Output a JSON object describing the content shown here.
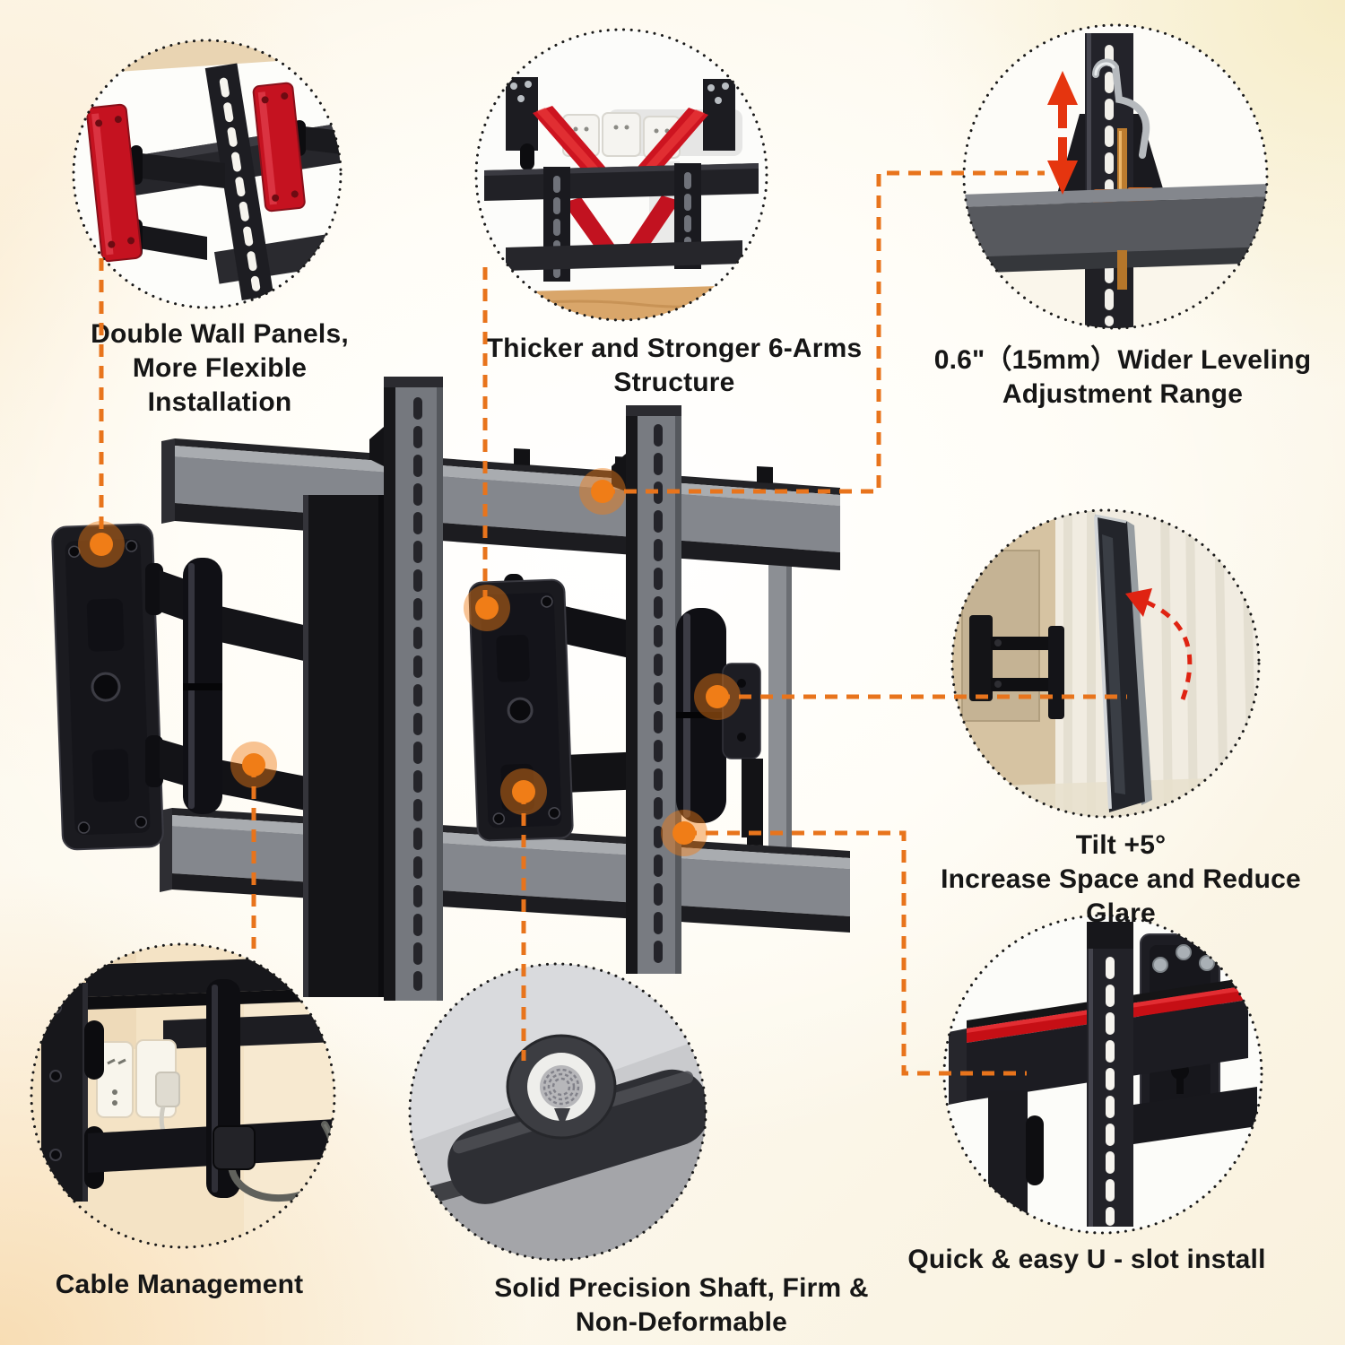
{
  "colors": {
    "accent_orange": "#e8741c",
    "glow_orange": "#f07d17",
    "brand_red": "#c8101c",
    "arrow_red": "#e23414",
    "text": "#161616",
    "metal_black": "#16161a",
    "metal_gray": "#84878d"
  },
  "features": [
    {
      "id": "double-wall-panels",
      "caption_lines": [
        "Double Wall Panels,",
        "More Flexible",
        "Installation"
      ]
    },
    {
      "id": "six-arms-structure",
      "caption_lines": [
        "Thicker and Stronger 6-Arms",
        "Structure"
      ]
    },
    {
      "id": "leveling-range",
      "caption_lines": [
        "0.6\"（15mm）Wider Leveling",
        "Adjustment Range"
      ]
    },
    {
      "id": "tilt",
      "caption_lines": [
        "Tilt +5°",
        "Increase Space and Reduce",
        "Glare"
      ]
    },
    {
      "id": "u-slot-install",
      "caption_lines": [
        "Quick & easy U - slot install"
      ]
    },
    {
      "id": "solid-shaft",
      "caption_lines": [
        "Solid Precision Shaft, Firm &",
        "Non-Deformable"
      ]
    },
    {
      "id": "cable-management",
      "caption_lines": [
        "Cable Management"
      ]
    }
  ]
}
